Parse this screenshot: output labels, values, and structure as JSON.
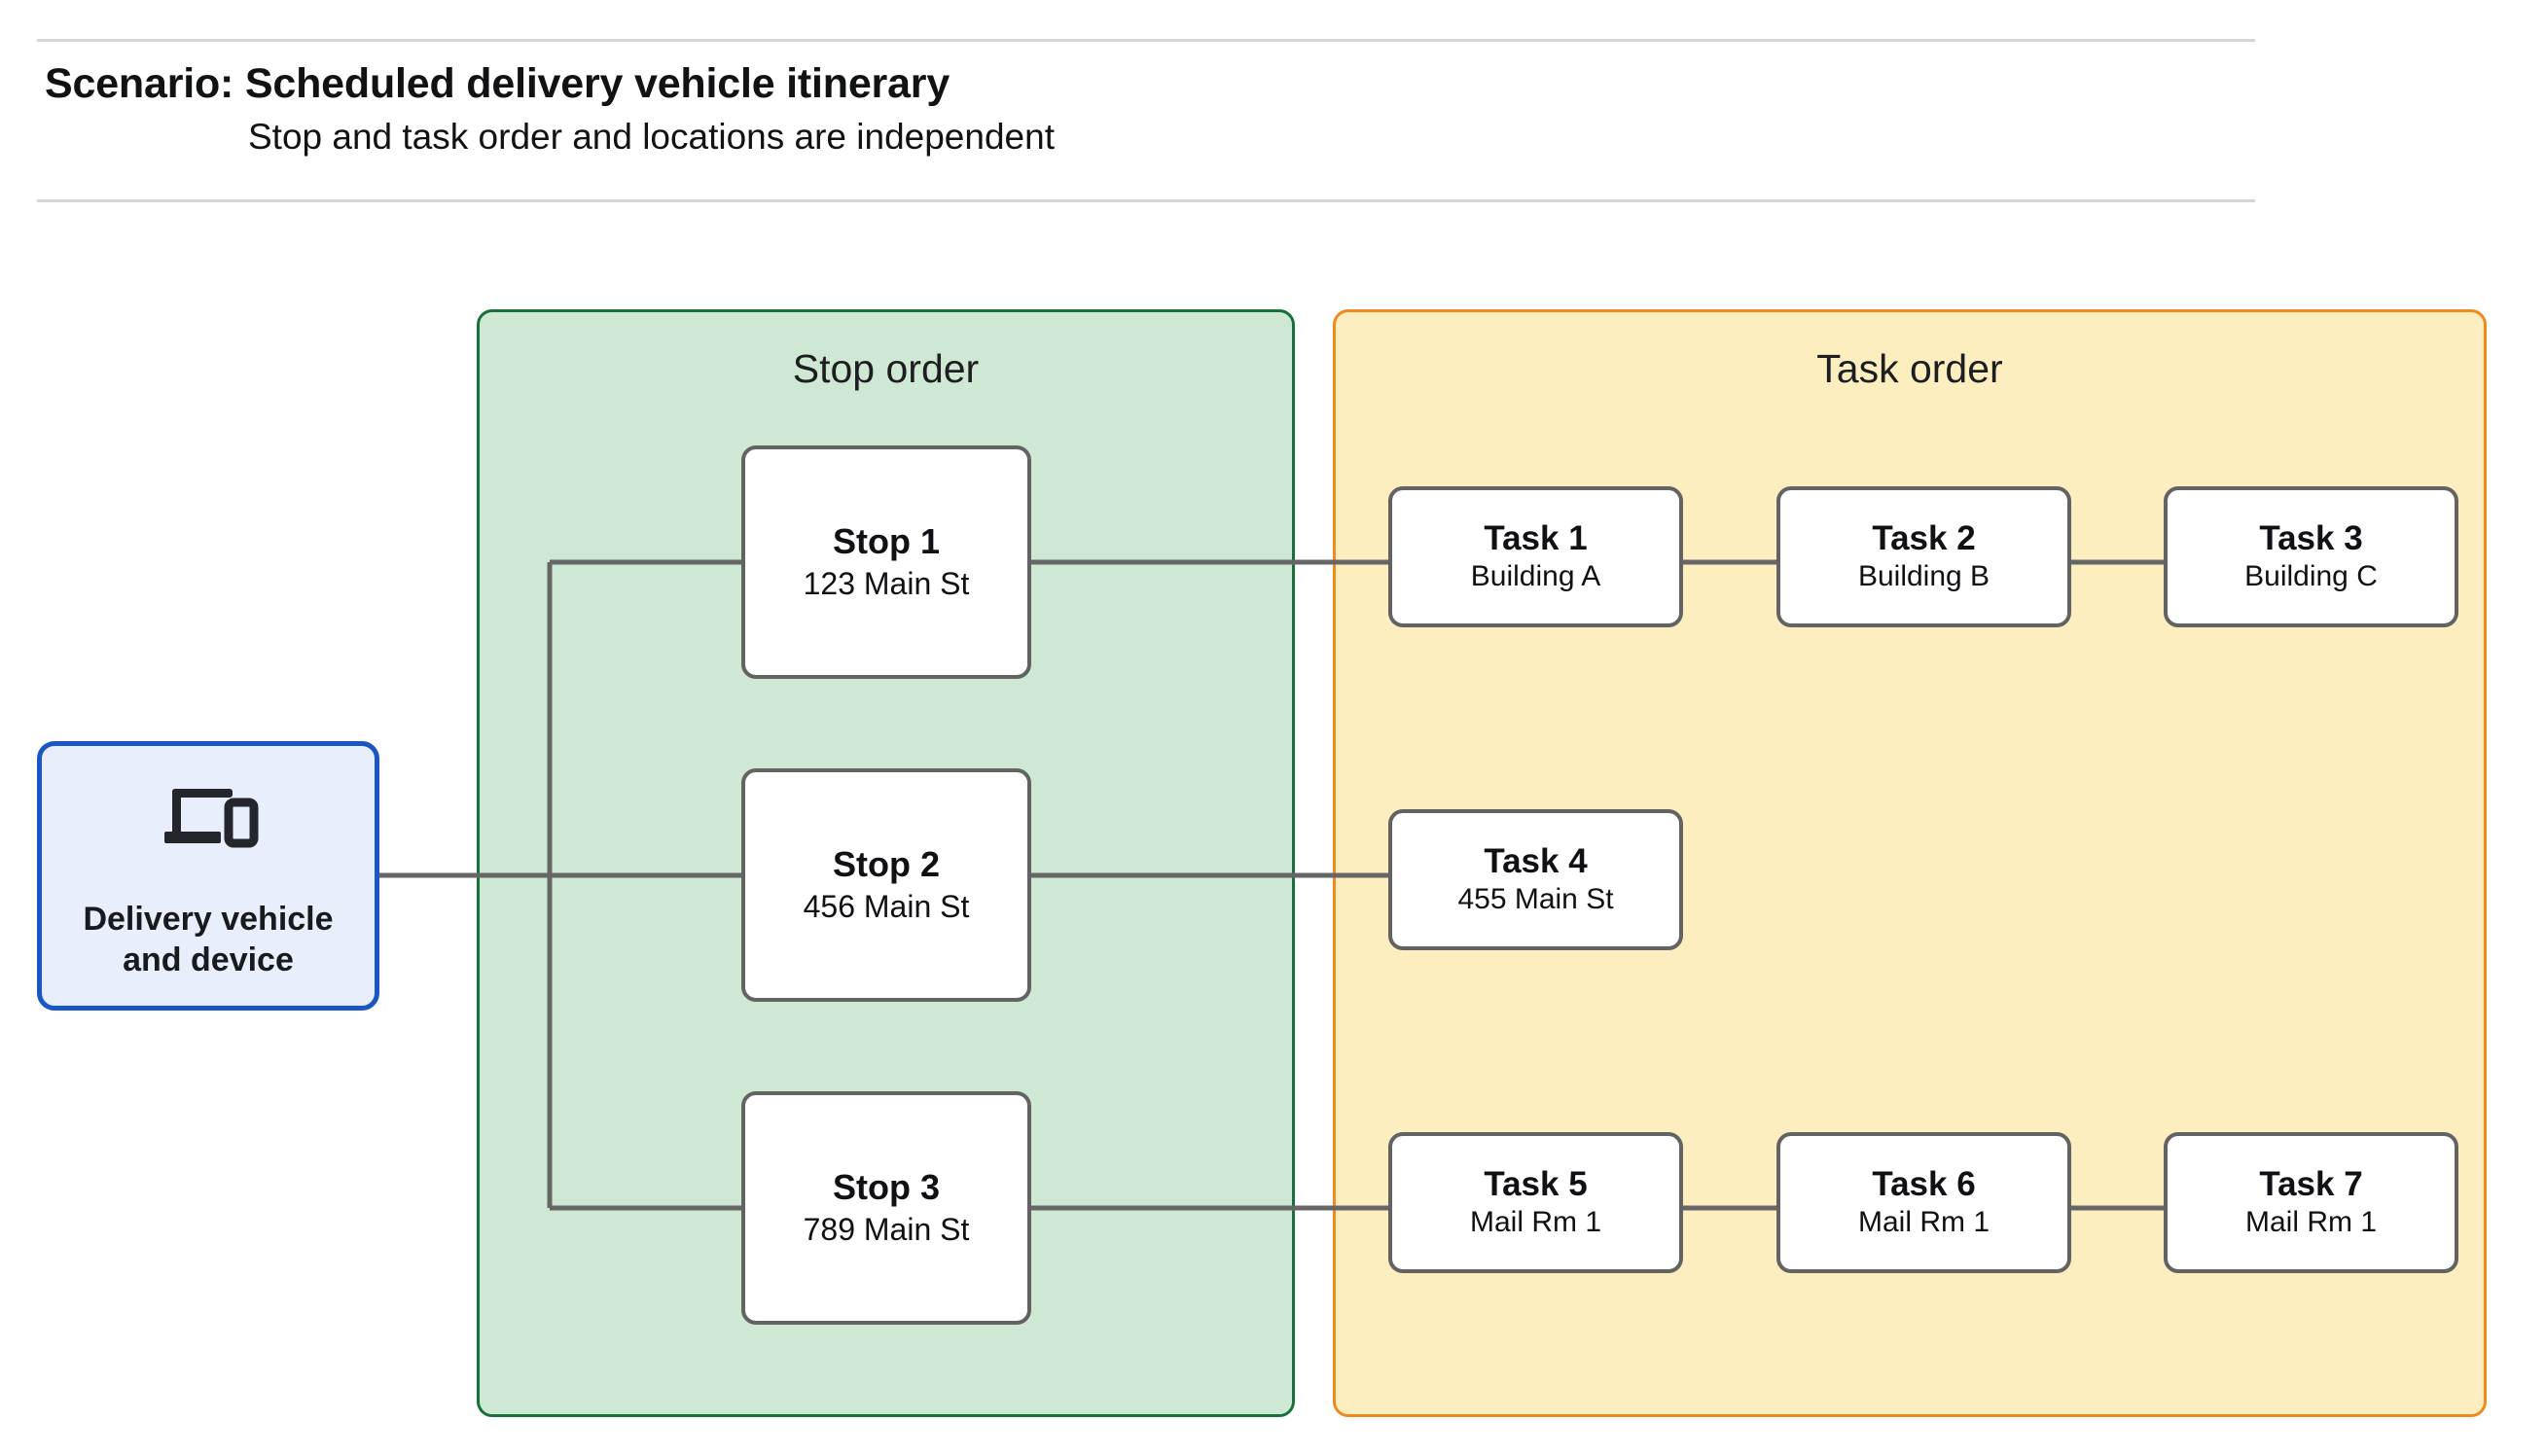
{
  "header": {
    "title": "Scenario: Scheduled delivery vehicle itinerary",
    "subtitle": "Stop and task order and locations are independent"
  },
  "vehicle": {
    "label": "Delivery vehicle\nand device",
    "icon": "devices-icon"
  },
  "groups": {
    "stop_order": {
      "title": "Stop order"
    },
    "task_order": {
      "title": "Task order"
    }
  },
  "stops": [
    {
      "title": "Stop 1",
      "location": "123 Main St"
    },
    {
      "title": "Stop 2",
      "location": "456 Main St"
    },
    {
      "title": "Stop 3",
      "location": "789 Main St"
    }
  ],
  "tasks": [
    {
      "title": "Task 1",
      "location": "Building A"
    },
    {
      "title": "Task 2",
      "location": "Building B"
    },
    {
      "title": "Task 3",
      "location": "Building C"
    },
    {
      "title": "Task 4",
      "location": "455 Main St"
    },
    {
      "title": "Task 5",
      "location": "Mail Rm 1"
    },
    {
      "title": "Task 6",
      "location": "Mail Rm 1"
    },
    {
      "title": "Task 7",
      "location": "Mail Rm 1"
    }
  ],
  "colors": {
    "vehicle_border": "#1a56c4",
    "vehicle_fill": "#e8eefc",
    "stop_group_border": "#19703a",
    "stop_group_fill": "#cee8d4",
    "task_group_border": "#f08a1e",
    "task_group_fill": "#fdeec0",
    "node_border": "#636363",
    "connector": "#666666",
    "rule": "#d6d6d6"
  }
}
